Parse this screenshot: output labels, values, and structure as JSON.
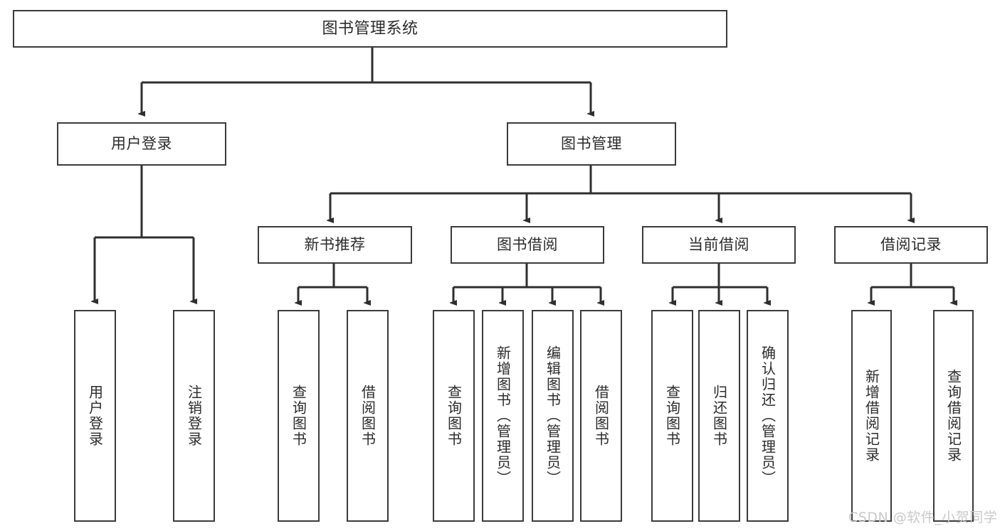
{
  "diagram": {
    "title": "图书管理系统",
    "type": "hierarchy-tree",
    "colors": {
      "box_border": "#3b3b3b",
      "box_fill": "#ffffff",
      "connector": "#2f2f2f",
      "text": "#2b2b2b",
      "watermark": "#c9c9c9",
      "background": "#ffffff"
    },
    "watermark": "CSDN @软件_小贺同学",
    "levels": {
      "root": {
        "label": "图书管理系统"
      },
      "level2": [
        {
          "label": "用户登录"
        },
        {
          "label": "图书管理"
        }
      ],
      "level3": [
        {
          "label": "新书推荐"
        },
        {
          "label": "图书借阅"
        },
        {
          "label": "当前借阅"
        },
        {
          "label": "借阅记录"
        }
      ]
    },
    "nodes": {
      "root": {
        "label": "图书管理系统",
        "orientation": "horizontal"
      },
      "user_login": {
        "label": "用户登录",
        "orientation": "horizontal"
      },
      "book_manage": {
        "label": "图书管理",
        "orientation": "horizontal"
      },
      "new_book_rec": {
        "label": "新书推荐",
        "orientation": "horizontal"
      },
      "book_borrow": {
        "label": "图书借阅",
        "orientation": "horizontal"
      },
      "current_borrow": {
        "label": "当前借阅",
        "orientation": "horizontal"
      },
      "borrow_record": {
        "label": "借阅记录",
        "orientation": "horizontal"
      },
      "leaf_user_login": {
        "label": "用户登录",
        "orientation": "vertical"
      },
      "leaf_logout": {
        "label": "注销登录",
        "orientation": "vertical"
      },
      "leaf_query_book_1": {
        "label": "查询图书",
        "orientation": "vertical"
      },
      "leaf_borrow_book_1": {
        "label": "借阅图书",
        "orientation": "vertical"
      },
      "leaf_query_book_2": {
        "label": "查询图书",
        "orientation": "vertical"
      },
      "leaf_add_book": {
        "label": "新增图书（管理员）",
        "orientation": "vertical"
      },
      "leaf_edit_book": {
        "label": "编辑图书（管理员）",
        "orientation": "vertical"
      },
      "leaf_borrow_book_2": {
        "label": "借阅图书",
        "orientation": "vertical"
      },
      "leaf_query_book_3": {
        "label": "查询图书",
        "orientation": "vertical"
      },
      "leaf_return_book": {
        "label": "归还图书",
        "orientation": "vertical"
      },
      "leaf_confirm_return": {
        "label": "确认归还（管理员）",
        "orientation": "vertical"
      },
      "leaf_add_record": {
        "label": "新增借阅记录",
        "orientation": "vertical"
      },
      "leaf_query_record": {
        "label": "查询借阅记录",
        "orientation": "vertical"
      }
    },
    "tree_structure": {
      "图书管理系统": {
        "用户登录": [
          "用户登录",
          "注销登录"
        ],
        "图书管理": {
          "新书推荐": [
            "查询图书",
            "借阅图书"
          ],
          "图书借阅": [
            "查询图书",
            "新增图书（管理员）",
            "编辑图书（管理员）",
            "借阅图书"
          ],
          "当前借阅": [
            "查询图书",
            "归还图书",
            "确认归还（管理员）"
          ],
          "借阅记录": [
            "新增借阅记录",
            "查询借阅记录"
          ]
        }
      }
    }
  }
}
